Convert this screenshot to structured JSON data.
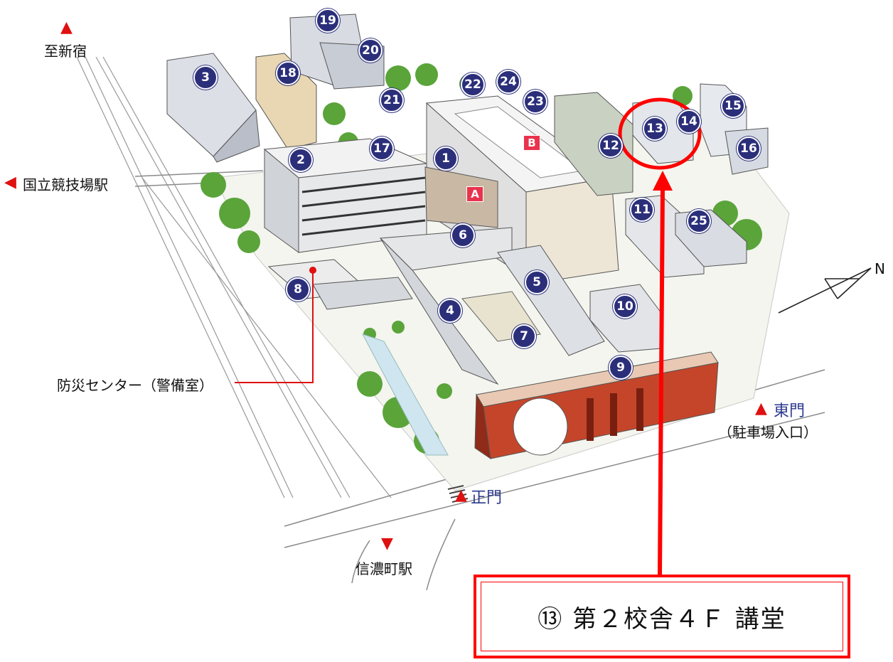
{
  "stations": {
    "shinjuku": "至新宿",
    "kokuritsu": "国立競技場駅",
    "shinanomachi": "信濃町駅"
  },
  "gates": {
    "main": "正門",
    "east": "東門",
    "east_note": "（駐車場入口）"
  },
  "facility_label": "防災センター（警備室）",
  "north_label": "N",
  "buildings": [
    "1",
    "2",
    "3",
    "4",
    "5",
    "6",
    "7",
    "8",
    "9",
    "10",
    "11",
    "12",
    "13",
    "14",
    "15",
    "16",
    "17",
    "18",
    "19",
    "20",
    "21",
    "22",
    "23",
    "24",
    "25"
  ],
  "markers": [
    "A",
    "B"
  ],
  "callout": {
    "text": "⑬ 第２校舎４Ｆ 講堂"
  },
  "colors": {
    "highlight": "#ff0000",
    "pin": "#2b2f7a",
    "station_marker": "#e01010",
    "gate_text": "#2b3a8f"
  }
}
